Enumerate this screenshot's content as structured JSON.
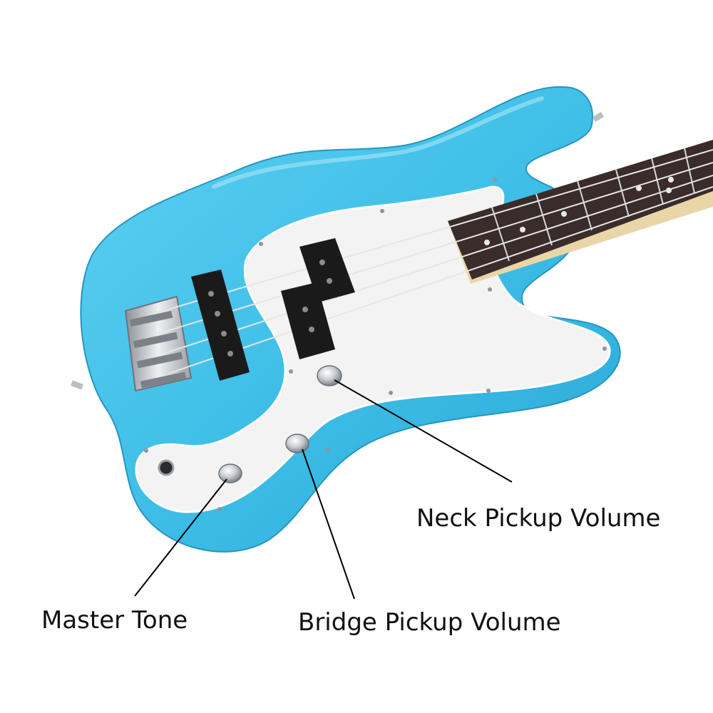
{
  "annotations": {
    "neck_pickup_volume": "Neck Pickup Volume",
    "master_tone": "Master Tone",
    "bridge_pickup_volume": "Bridge Pickup Volume"
  },
  "colors": {
    "body": "#3cbde6",
    "pickguard": "#f2f2f2",
    "fretboard": "#3a2c2b",
    "pickup": "#1a1a1a",
    "chrome": "#c9ccd0",
    "label_text": "#111111",
    "leader_line": "#000000"
  }
}
